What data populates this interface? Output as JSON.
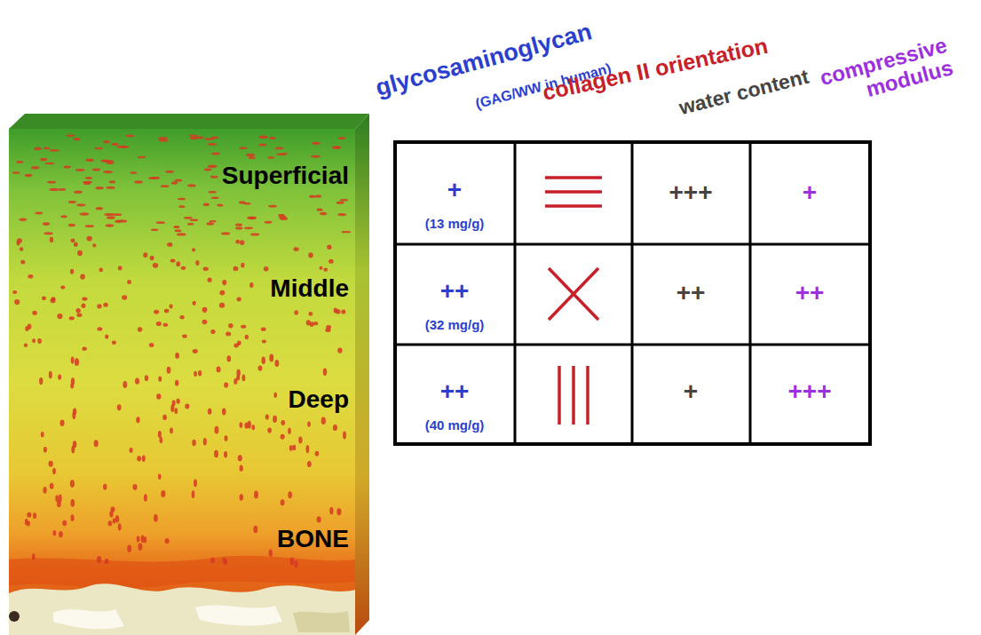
{
  "diagram": {
    "labels": [
      "glycosaminoglycan",
      "(GAG/WW in human)",
      "collagen II orientation",
      "water content",
      "compressive modulus",
      "Superficial",
      "Middle",
      "Deep",
      "BONE",
      "+",
      "(13 mg/g)",
      "+++",
      "+",
      "++",
      "(32 mg/g)",
      "++",
      "++",
      "++",
      "(40 mg/g)",
      "+",
      "+++"
    ]
  }
}
